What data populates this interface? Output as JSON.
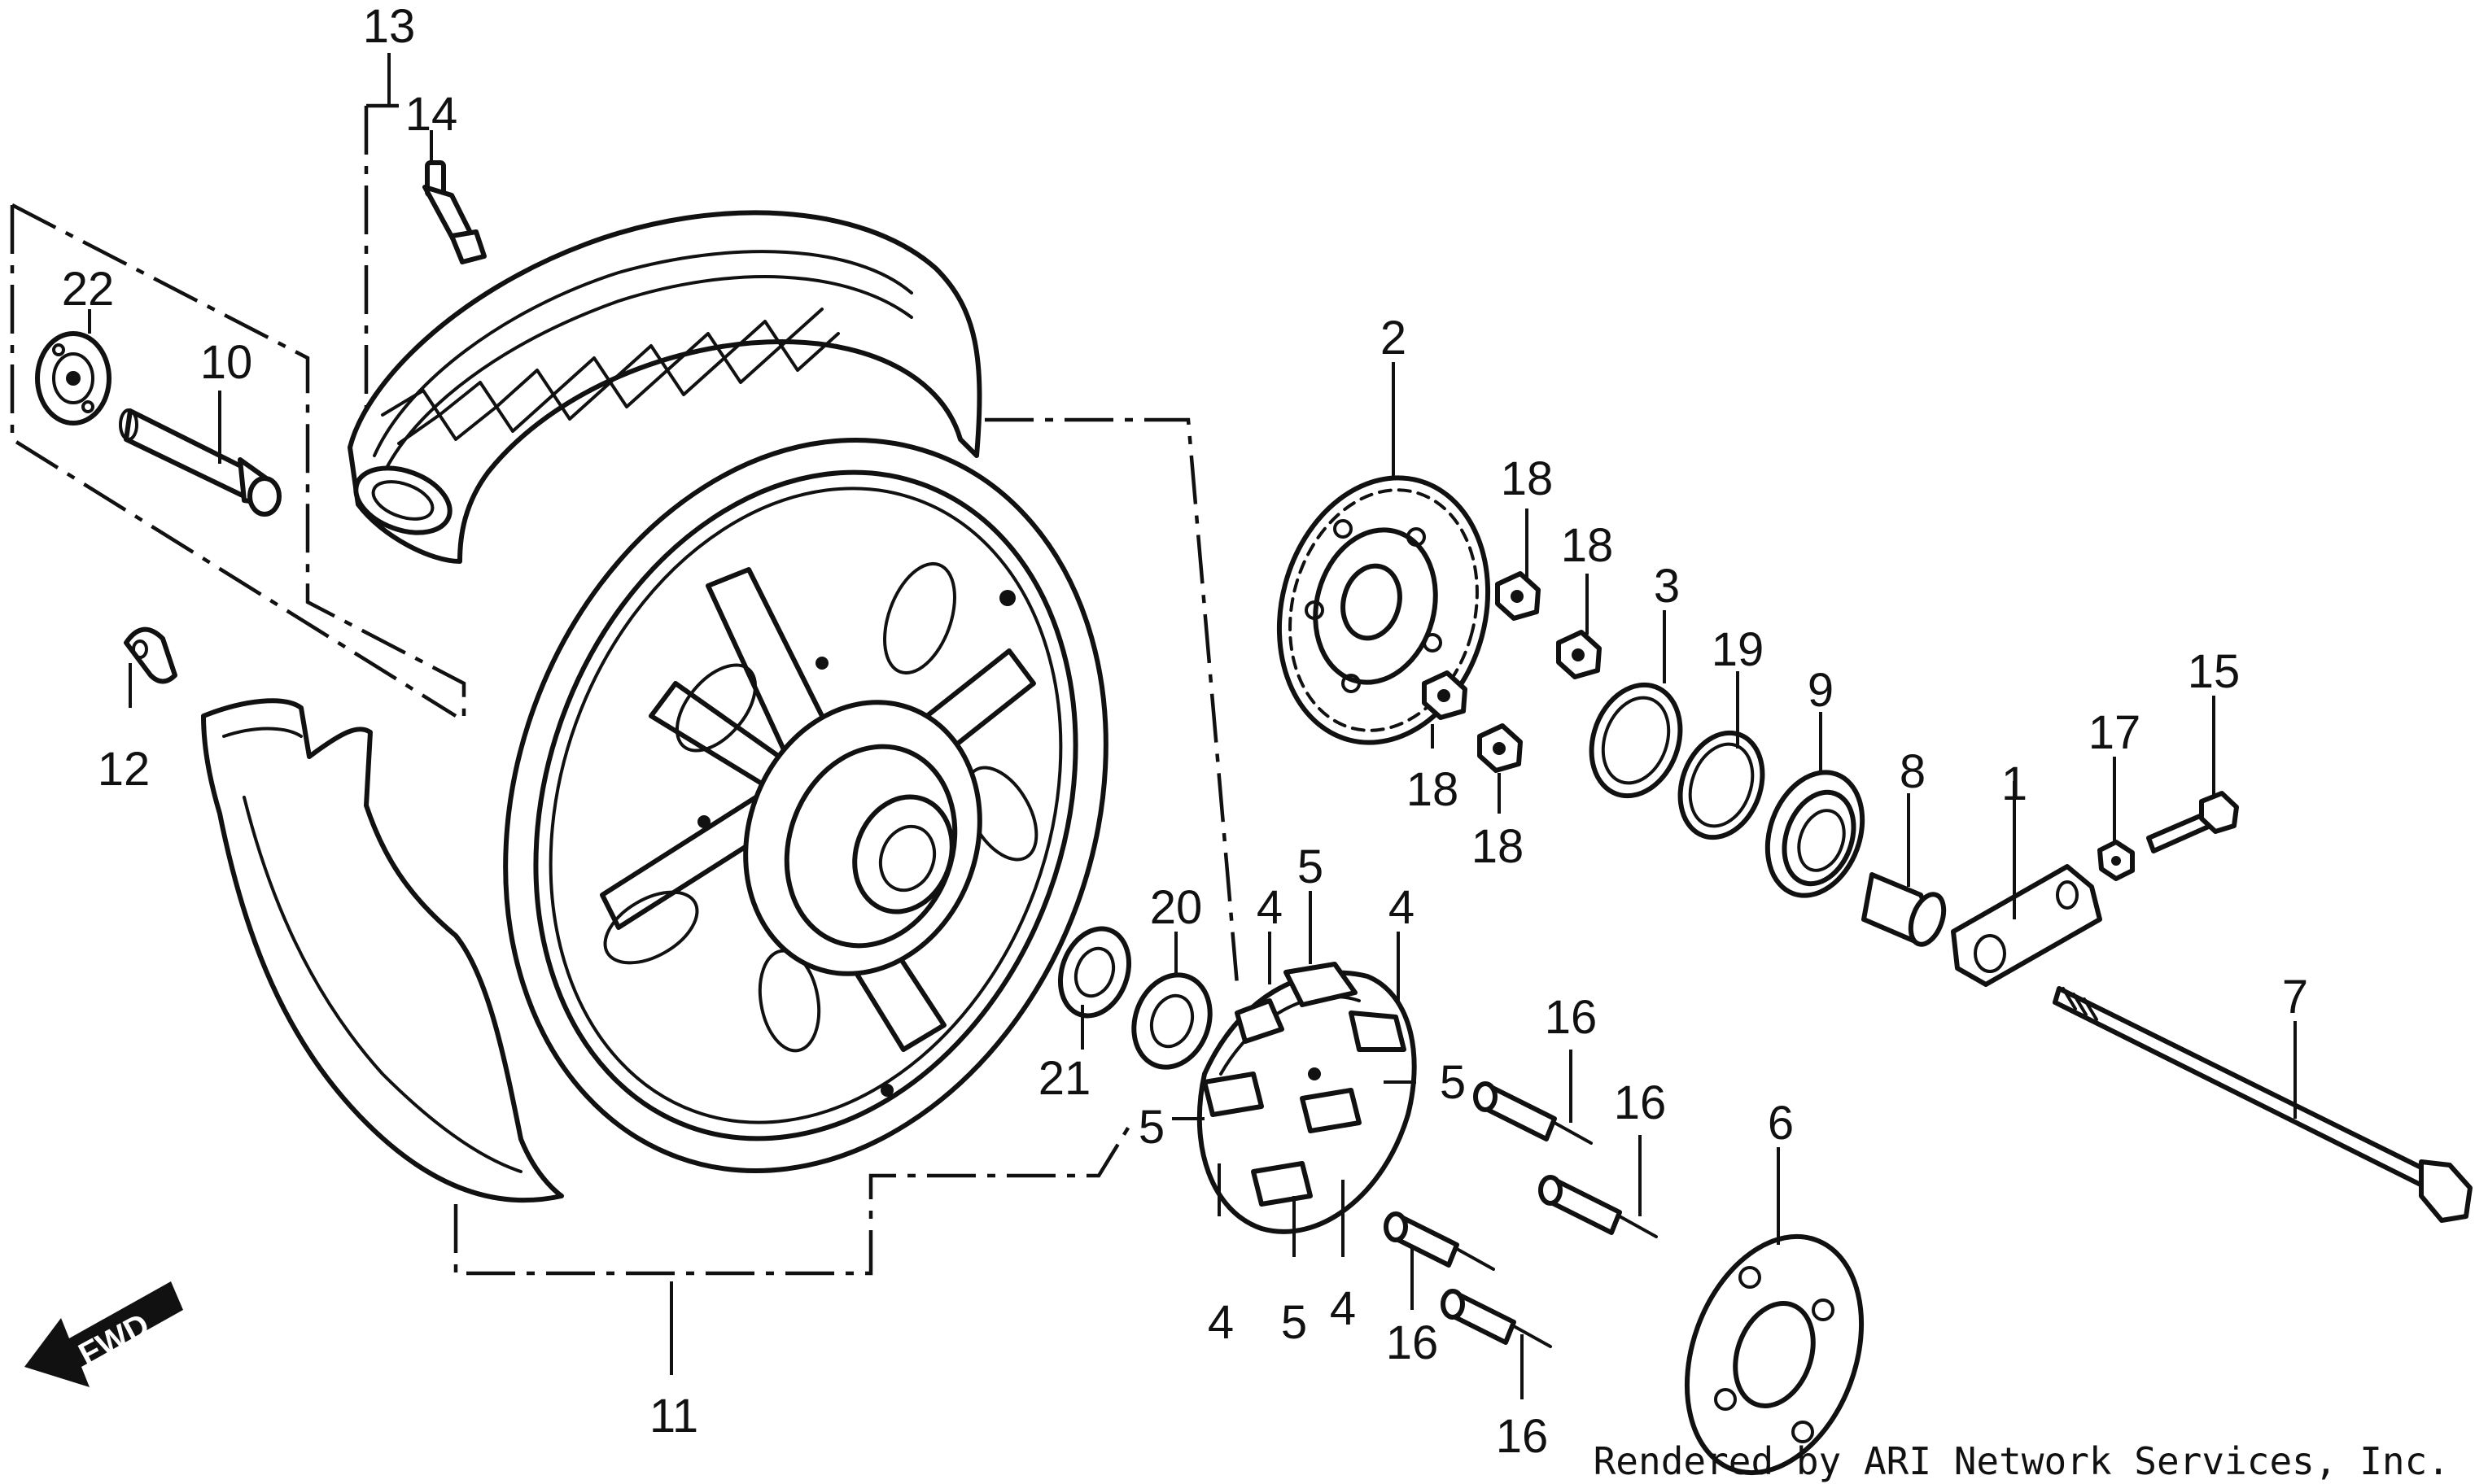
{
  "diagram": {
    "callouts": {
      "c1": "1",
      "c2": "2",
      "c3": "3",
      "c4a": "4",
      "c4b": "4",
      "c4c": "4",
      "c4d": "4",
      "c5a": "5",
      "c5b": "5",
      "c5c": "5",
      "c5d": "5",
      "c6": "6",
      "c7": "7",
      "c8": "8",
      "c9": "9",
      "c10": "10",
      "c11": "11",
      "c12": "12",
      "c13": "13",
      "c14": "14",
      "c15": "15",
      "c16a": "16",
      "c16b": "16",
      "c16c": "16",
      "c16d": "16",
      "c17": "17",
      "c18a": "18",
      "c18b": "18",
      "c18c": "18",
      "c18d": "18",
      "c19": "19",
      "c20": "20",
      "c21": "21",
      "c22": "22"
    },
    "direction_label": "FWD",
    "credit": "Rendered by ARI Network Services, Inc."
  }
}
